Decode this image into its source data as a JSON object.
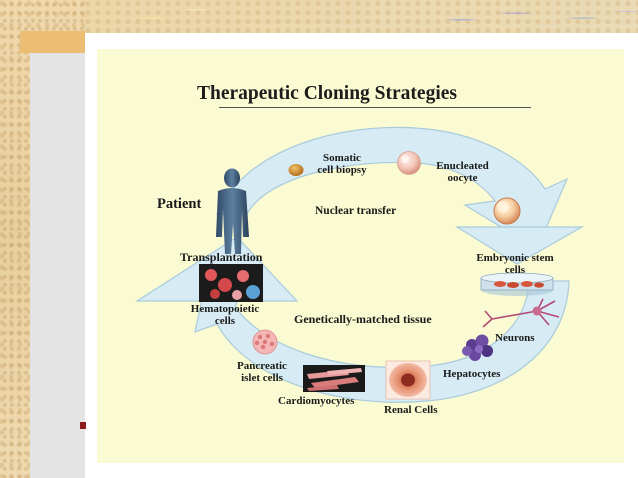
{
  "title": "Therapeutic Cloning Strategies",
  "labels": {
    "patient": "Patient",
    "somatic_1": "Somatic",
    "somatic_2": "cell biopsy",
    "enucleated_1": "Enucleated",
    "enucleated_2": "oocyte",
    "nuclear_transfer": "Nuclear transfer",
    "embryonic_1": "Embryonic stem",
    "embryonic_2": "cells",
    "transplantation": "Transplantation",
    "hemato_1": "Hematopoietic",
    "hemato_2": "cells",
    "genetically_matched": "Genetically-matched tissue",
    "neurons": "Neurons",
    "pancreatic_1": "Pancreatic",
    "pancreatic_2": "islet cells",
    "hepatocytes": "Hepatocytes",
    "cardiomyocytes": "Cardiomyocytes",
    "renal": "Renal Cells"
  },
  "colors": {
    "figure_bg": "#fafbd2",
    "arrow_fill": "#d6ebf4",
    "arrow_edge": "#a9cbdc",
    "bullet": "#8b1a1a",
    "sidebar_tan": "#eebd74"
  },
  "icons": [
    "patient-silhouette-icon",
    "somatic-cell-icon",
    "enucleated-oocyte-icon",
    "embryo-icon",
    "petri-dish-icon",
    "neuron-icon",
    "hepatocyte-icon",
    "renal-cell-icon",
    "cardiomyocyte-icon",
    "pancreatic-islet-icon",
    "blood-cells-icon"
  ]
}
